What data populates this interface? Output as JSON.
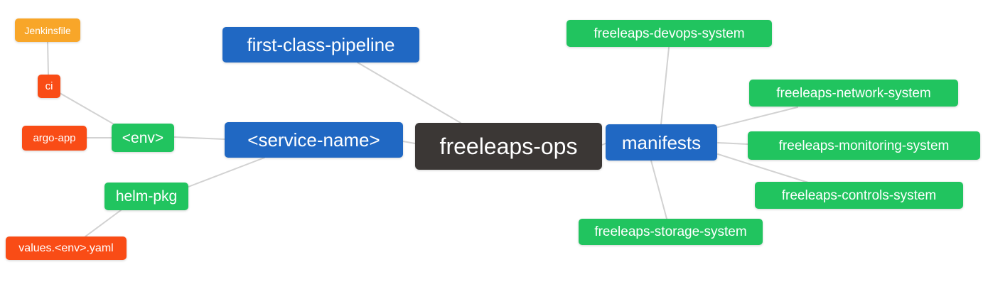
{
  "colors": {
    "dark": "#3b3735",
    "blue": "#2068c3",
    "green": "#21c45f",
    "orange": "#f8a629",
    "red": "#f94c16",
    "edge": "#d2d2d2",
    "text": "#ffffff"
  },
  "nodes": {
    "jenkinsfile": {
      "label": "Jenkinsfile"
    },
    "ci": {
      "label": "ci"
    },
    "argo_app": {
      "label": "argo-app"
    },
    "env": {
      "label": "<env>"
    },
    "helm_pkg": {
      "label": "helm-pkg"
    },
    "values_yaml": {
      "label": "values.<env>.yaml"
    },
    "first_class_pipeline": {
      "label": "first-class-pipeline"
    },
    "service_name": {
      "label": "<service-name>"
    },
    "root": {
      "label": "freeleaps-ops"
    },
    "manifests": {
      "label": "manifests"
    },
    "devops_system": {
      "label": "freeleaps-devops-system"
    },
    "network_system": {
      "label": "freeleaps-network-system"
    },
    "monitoring_system": {
      "label": "freeleaps-monitoring-system"
    },
    "controls_system": {
      "label": "freeleaps-controls-system"
    },
    "storage_system": {
      "label": "freeleaps-storage-system"
    }
  },
  "edges": [
    {
      "from": "Jenkinsfile",
      "to": "ci"
    },
    {
      "from": "ci",
      "to": "<env>"
    },
    {
      "from": "argo-app",
      "to": "<env>"
    },
    {
      "from": "<env>",
      "to": "<service-name>"
    },
    {
      "from": "values.<env>.yaml",
      "to": "helm-pkg"
    },
    {
      "from": "helm-pkg",
      "to": "<service-name>"
    },
    {
      "from": "first-class-pipeline",
      "to": "freeleaps-ops"
    },
    {
      "from": "<service-name>",
      "to": "freeleaps-ops"
    },
    {
      "from": "freeleaps-ops",
      "to": "manifests"
    },
    {
      "from": "manifests",
      "to": "freeleaps-devops-system"
    },
    {
      "from": "manifests",
      "to": "freeleaps-network-system"
    },
    {
      "from": "manifests",
      "to": "freeleaps-monitoring-system"
    },
    {
      "from": "manifests",
      "to": "freeleaps-controls-system"
    },
    {
      "from": "manifests",
      "to": "freeleaps-storage-system"
    }
  ]
}
